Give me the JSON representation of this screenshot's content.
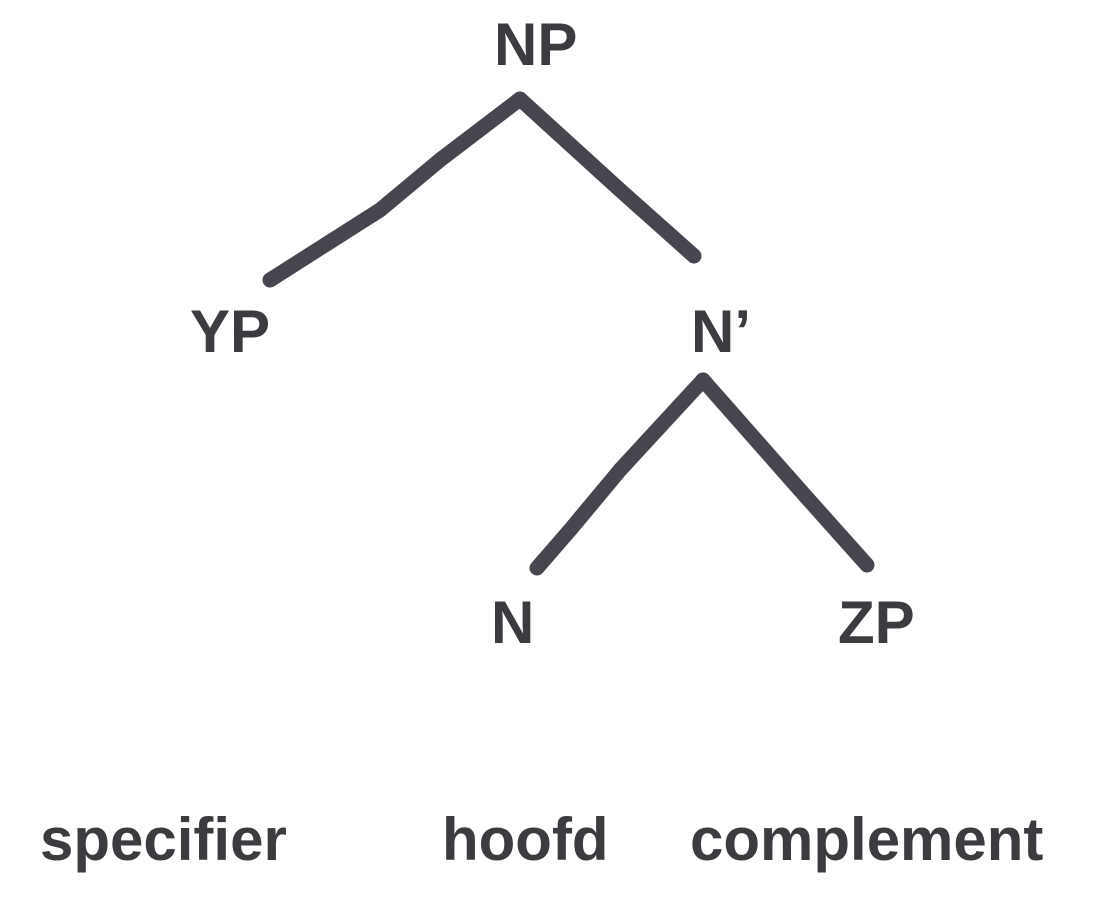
{
  "nodes": {
    "np": "NP",
    "yp": "YP",
    "n_bar": "N’",
    "n": "N",
    "zp": "ZP"
  },
  "roles": {
    "specifier": "specifier",
    "head": "hoofd",
    "complement": "complement"
  },
  "colors": {
    "text": "#3c3c40",
    "branch": "#46464f"
  }
}
